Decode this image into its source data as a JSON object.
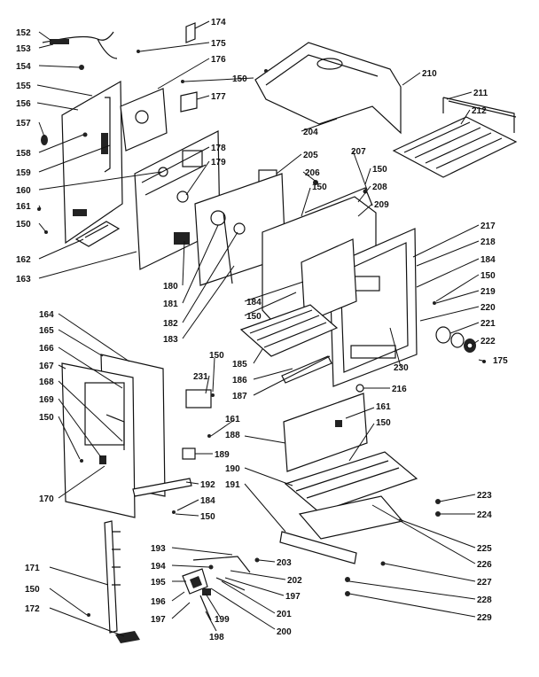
{
  "callouts": [
    {
      "id": "c152",
      "text": "152"
    },
    {
      "id": "c153",
      "text": "153"
    },
    {
      "id": "c154",
      "text": "154"
    },
    {
      "id": "c155",
      "text": "155"
    },
    {
      "id": "c156",
      "text": "156"
    },
    {
      "id": "c157",
      "text": "157"
    },
    {
      "id": "c158",
      "text": "158"
    },
    {
      "id": "c159",
      "text": "159"
    },
    {
      "id": "c160",
      "text": "160"
    },
    {
      "id": "c161a",
      "text": "161"
    },
    {
      "id": "c150a",
      "text": "150"
    },
    {
      "id": "c162",
      "text": "162"
    },
    {
      "id": "c163",
      "text": "163"
    },
    {
      "id": "c174",
      "text": "174"
    },
    {
      "id": "c175a",
      "text": "175"
    },
    {
      "id": "c176",
      "text": "176"
    },
    {
      "id": "c150b",
      "text": "150"
    },
    {
      "id": "c177",
      "text": "177"
    },
    {
      "id": "c178",
      "text": "178"
    },
    {
      "id": "c179",
      "text": "179"
    },
    {
      "id": "c205",
      "text": "205"
    },
    {
      "id": "c206",
      "text": "206"
    },
    {
      "id": "c207",
      "text": "207"
    },
    {
      "id": "c150c",
      "text": "150"
    },
    {
      "id": "c208",
      "text": "208"
    },
    {
      "id": "c150d",
      "text": "150"
    },
    {
      "id": "c209",
      "text": "209"
    },
    {
      "id": "c210",
      "text": "210"
    },
    {
      "id": "c211",
      "text": "211"
    },
    {
      "id": "c212",
      "text": "212"
    },
    {
      "id": "c204",
      "text": "204"
    },
    {
      "id": "c180",
      "text": "180"
    },
    {
      "id": "c181",
      "text": "181"
    },
    {
      "id": "c182",
      "text": "182"
    },
    {
      "id": "c183",
      "text": "183"
    },
    {
      "id": "c184a",
      "text": "184"
    },
    {
      "id": "c150e",
      "text": "150"
    },
    {
      "id": "c217",
      "text": "217"
    },
    {
      "id": "c218",
      "text": "218"
    },
    {
      "id": "c184b",
      "text": "184"
    },
    {
      "id": "c150f",
      "text": "150"
    },
    {
      "id": "c219",
      "text": "219"
    },
    {
      "id": "c220",
      "text": "220"
    },
    {
      "id": "c221",
      "text": "221"
    },
    {
      "id": "c222",
      "text": "222"
    },
    {
      "id": "c175b",
      "text": "175"
    },
    {
      "id": "c185",
      "text": "185"
    },
    {
      "id": "c186",
      "text": "186"
    },
    {
      "id": "c187",
      "text": "187"
    },
    {
      "id": "c230",
      "text": "230"
    },
    {
      "id": "c216",
      "text": "216"
    },
    {
      "id": "c164",
      "text": "164"
    },
    {
      "id": "c165",
      "text": "165"
    },
    {
      "id": "c166",
      "text": "166"
    },
    {
      "id": "c167",
      "text": "167"
    },
    {
      "id": "c168",
      "text": "168"
    },
    {
      "id": "c169",
      "text": "169"
    },
    {
      "id": "c150g",
      "text": "150"
    },
    {
      "id": "c170",
      "text": "170"
    },
    {
      "id": "c150h",
      "text": "150"
    },
    {
      "id": "c231",
      "text": "231"
    },
    {
      "id": "c161b",
      "text": "161"
    },
    {
      "id": "c188",
      "text": "188"
    },
    {
      "id": "c189",
      "text": "189"
    },
    {
      "id": "c161c",
      "text": "161"
    },
    {
      "id": "c150i",
      "text": "150"
    },
    {
      "id": "c190",
      "text": "190"
    },
    {
      "id": "c191",
      "text": "191"
    },
    {
      "id": "c192",
      "text": "192"
    },
    {
      "id": "c184c",
      "text": "184"
    },
    {
      "id": "c150j",
      "text": "150"
    },
    {
      "id": "c223",
      "text": "223"
    },
    {
      "id": "c224",
      "text": "224"
    },
    {
      "id": "c225",
      "text": "225"
    },
    {
      "id": "c226",
      "text": "226"
    },
    {
      "id": "c227",
      "text": "227"
    },
    {
      "id": "c228",
      "text": "228"
    },
    {
      "id": "c229",
      "text": "229"
    },
    {
      "id": "c171",
      "text": "171"
    },
    {
      "id": "c150k",
      "text": "150"
    },
    {
      "id": "c172",
      "text": "172"
    },
    {
      "id": "c193",
      "text": "193"
    },
    {
      "id": "c194",
      "text": "194"
    },
    {
      "id": "c195",
      "text": "195"
    },
    {
      "id": "c196",
      "text": "196"
    },
    {
      "id": "c197a",
      "text": "197"
    },
    {
      "id": "c198",
      "text": "198"
    },
    {
      "id": "c199",
      "text": "199"
    },
    {
      "id": "c200",
      "text": "200"
    },
    {
      "id": "c201",
      "text": "201"
    },
    {
      "id": "c197b",
      "text": "197"
    },
    {
      "id": "c202",
      "text": "202"
    },
    {
      "id": "c203",
      "text": "203"
    }
  ]
}
